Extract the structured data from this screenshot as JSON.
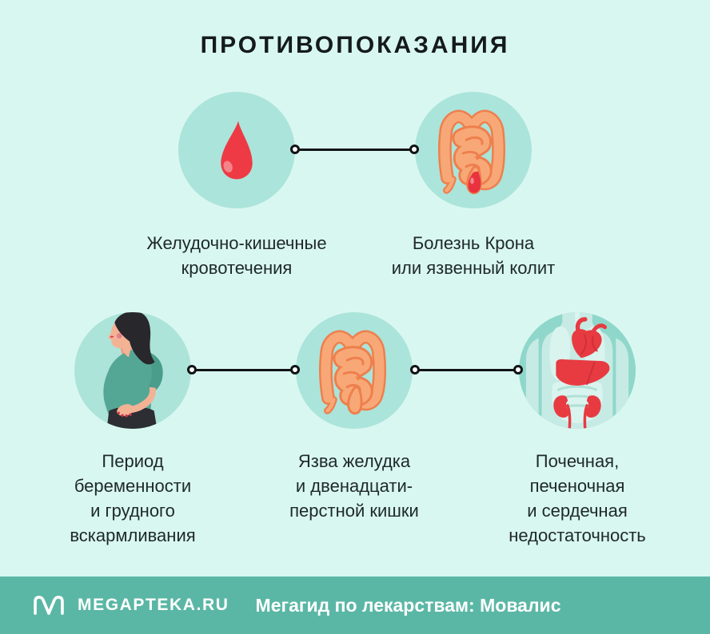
{
  "title": "ПРОТИВОПОКАЗАНИЯ",
  "rows": [
    {
      "items": [
        {
          "id": "gi-bleeding",
          "icon": "blood-drop-icon",
          "label": "Желудочно-кишечные\nкровотечения"
        },
        {
          "id": "crohn-or-colitis",
          "icon": "inflamed-intestine-icon",
          "label": "Болезнь Крона\nили язвенный колит"
        }
      ]
    },
    {
      "items": [
        {
          "id": "pregnancy-lactation",
          "icon": "pregnant-woman-icon",
          "label": "Период\nбеременности\nи грудного\nвскармливания"
        },
        {
          "id": "stomach-ulcer",
          "icon": "intestine-icon",
          "label": "Язва желудка\nи двенадцати-\nперстной кишки"
        },
        {
          "id": "organ-failure",
          "icon": "organs-icon",
          "label": "Почечная,\nпеченочная\nи сердечная\nнедостаточность"
        }
      ]
    }
  ],
  "footer": {
    "brand": "MEGAPTEKA.RU",
    "caption": "Мегагид по лекарствам: Мовалис"
  },
  "colors": {
    "background": "#d9f7f1",
    "circle_fill": "#abe4da",
    "organs_circle_fill": "#8fd7ca",
    "accent_red": "#ee3a44",
    "inflamed_red": "#e8333f",
    "intestine_fill": "#f8a877",
    "intestine_outline": "#ee7f4d",
    "connector_black": "#101314",
    "text": "#1e282b",
    "footer_background": "#5bb7a5",
    "footer_text": "#ffffff"
  }
}
